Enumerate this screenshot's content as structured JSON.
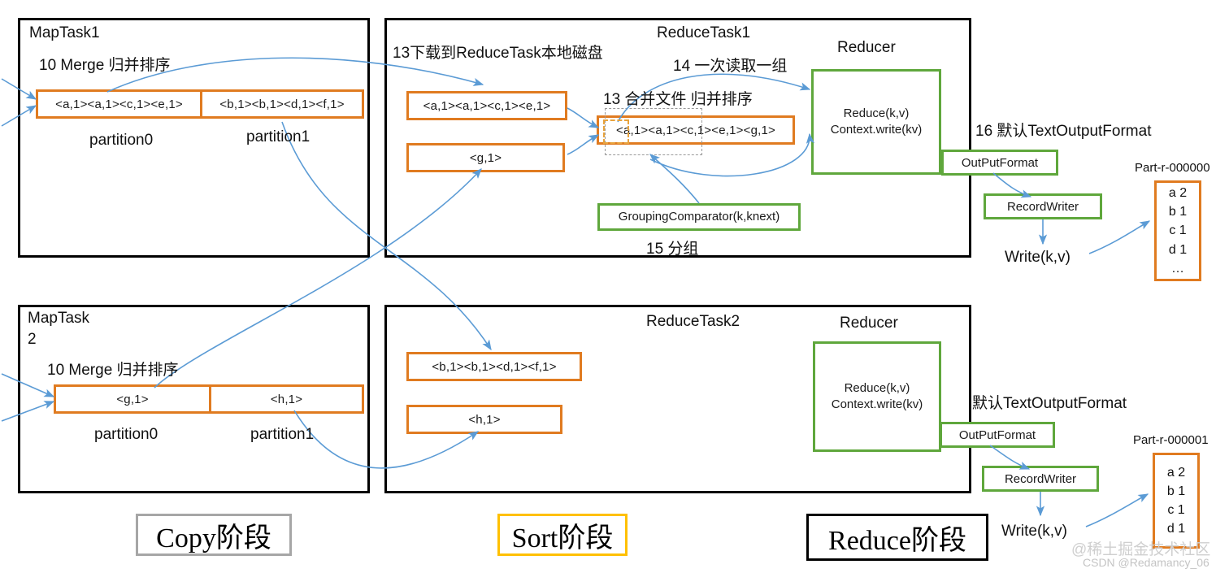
{
  "diagram": {
    "title": "MapReduce Shuffle / Reduce stage diagram",
    "colors": {
      "orange": "#E07B20",
      "green": "#5FA73C",
      "black": "#000000",
      "arrow_blue": "#5B9BD5",
      "stage_copy_border": "#A6A6A6",
      "stage_sort_border": "#FFC000",
      "stage_reduce_border": "#000000"
    }
  },
  "map_task_1": {
    "title": "MapTask1",
    "merge_label": "10 Merge 归并排序",
    "partition0_value": "<a,1><a,1><c,1><e,1>",
    "partition1_value": "<b,1><b,1><d,1><f,1>",
    "partition0_label": "partition0",
    "partition1_label": "partition1"
  },
  "map_task_2": {
    "title_line1": "MapTask",
    "title_line2": "2",
    "merge_label": "10 Merge 归并排序",
    "partition0_value": "<g,1>",
    "partition1_value": "<h,1>",
    "partition0_label": "partition0",
    "partition1_label": "partition1"
  },
  "reduce_task_1": {
    "title": "ReduceTask1",
    "download_label": "13下载到ReduceTask本地磁盘",
    "merge_files_label": "13 合并文件 归并排序",
    "read_group_label": "14 一次读取一组",
    "grouping_label": "15 分组",
    "file1_value": "<a,1><a,1><c,1><e,1>",
    "file2_value": "<g,1>",
    "merged_value": "<a,1><a,1><c,1><e,1><g,1>",
    "grouping_comparator": "GroupingComparator(k,knext)"
  },
  "reduce_task_2": {
    "title": "ReduceTask2",
    "file1_value": "<b,1><b,1><d,1><f,1>",
    "file2_value": "<h,1>"
  },
  "reducer_1": {
    "title": "Reducer",
    "line1": "Reduce(k,v)",
    "line2": "Context.write(kv)",
    "output_format_label": "16 默认TextOutputFormat",
    "output_format_box": "OutPutFormat",
    "record_writer_box": "RecordWriter",
    "write_label": "Write(k,v)"
  },
  "reducer_2": {
    "title": "Reducer",
    "line1": "Reduce(k,v)",
    "line2": "Context.write(kv)",
    "output_format_label": "默认TextOutputFormat",
    "output_format_box": "OutPutFormat",
    "record_writer_box": "RecordWriter",
    "write_label": "Write(k,v)"
  },
  "output_file_1": {
    "name": "Part-r-000000",
    "rows": [
      "a 2",
      "b 1",
      "c 1",
      "d 1",
      "…"
    ]
  },
  "output_file_2": {
    "name": "Part-r-000001",
    "rows": [
      "a 2",
      "b 1",
      "c 1",
      "d 1"
    ]
  },
  "stages": {
    "copy": "Copy阶段",
    "sort": "Sort阶段",
    "reduce": "Reduce阶段"
  },
  "watermark": {
    "line1": "@稀土掘金技术社区",
    "line2": "CSDN @Redamancy_06"
  }
}
